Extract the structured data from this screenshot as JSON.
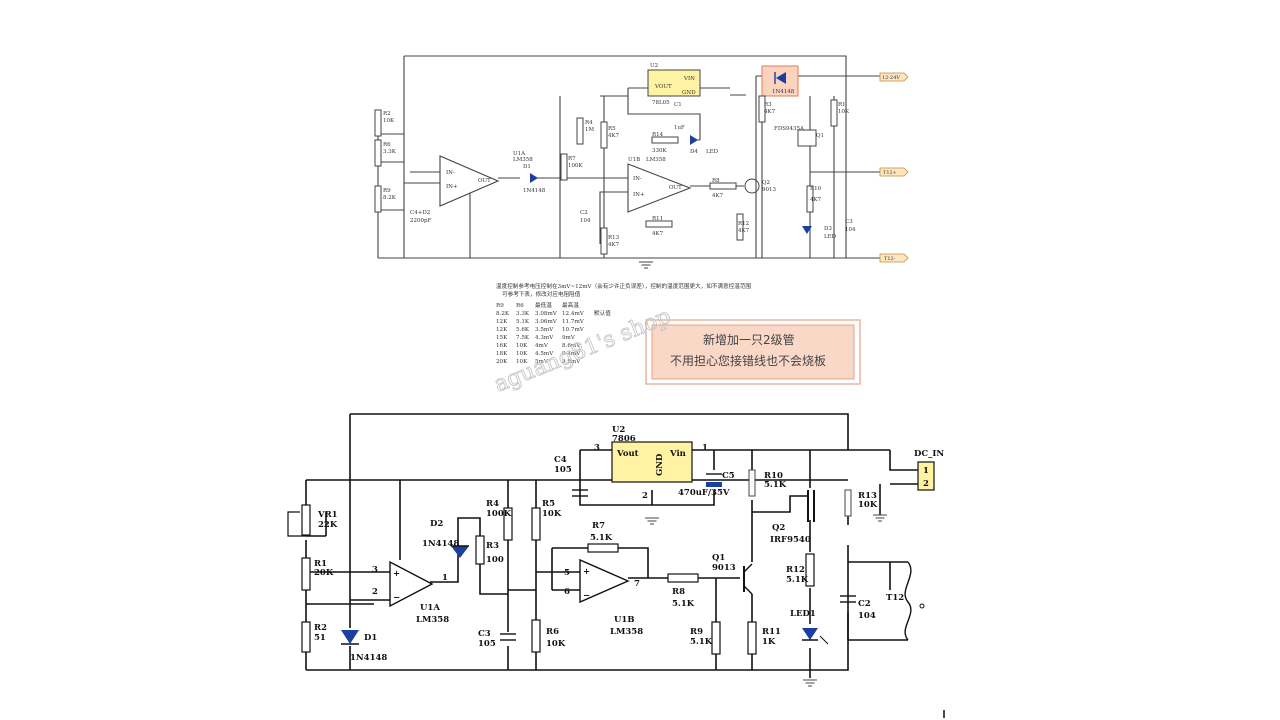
{
  "watermark": "aguang81's shop",
  "notice": {
    "line1": "新增加一只2级管",
    "line2": "不用担心您接错线也不会烧板"
  },
  "top": {
    "nets": [
      "12-24V",
      "T12+",
      "T12-"
    ],
    "parts": {
      "U2": "U2",
      "U2_vout": "VOUT",
      "U2_vin": "VIN",
      "U2_gnd": "GND",
      "U2_name": "78L05",
      "R2": "R2",
      "R2v": "10K",
      "R6": "R6",
      "R6v": "3.3K",
      "R9": "R9",
      "R9v": "8.2K",
      "C4": "C4+D2",
      "C4v": "2200pF",
      "U1A": "U1A",
      "U1Av": "LM358",
      "D1": "D1",
      "D1v": "1N4148",
      "R4": "R4",
      "R4v": "1M",
      "R7": "R7",
      "R7v": "100K",
      "C2": "C2",
      "C2v": "104",
      "R5": "R5",
      "R5v": "4K7",
      "C1": "C1",
      "C1v": "1uF",
      "R14": "R14",
      "R14v": "330K",
      "D4": "D4",
      "D4v": "LED",
      "U1B": "U1B",
      "U1Bv": "LM358",
      "R8": "R8",
      "R8v": "4K7",
      "Q2": "Q2",
      "Q2v": "9013",
      "R11": "R11",
      "R11v": "4K7",
      "R13": "R13",
      "R13v": "4K7",
      "R12": "R12",
      "R12v": "4K7",
      "R3": "R3",
      "R3v": "4K7",
      "Q1": "Q1",
      "Q1v": "FDS9435A",
      "R10": "R10",
      "R10v": "4K7",
      "D3": "D3",
      "D3v": "LED",
      "R1": "R1",
      "R1v": "10K",
      "C3": "C3",
      "C3v": "104",
      "D5": "1N4148"
    },
    "note_lines": [
      "温度控制参考电压控制在3mV~12mV（会有少许正负误差），控制的温度范围更大，如不满意控温范围",
      "可参考下表，修改对应电阻阻值"
    ],
    "table_header": [
      "R9",
      "R6",
      "最低温",
      "最高温"
    ],
    "table_rows": [
      [
        "8.2K",
        "3.3K",
        "3.08mV",
        "12.4mV"
      ],
      [
        "12K",
        "5.1K",
        "3.06mV",
        "11.7mV"
      ],
      [
        "12K",
        "5.6K",
        "3.5mV",
        "10.7mV"
      ],
      [
        "15K",
        "7.5K",
        "4.3mV",
        "9mV"
      ],
      [
        "16K",
        "10K",
        "4mV",
        "8.6mV"
      ],
      [
        "18K",
        "10K",
        "4.5mV",
        "9.4mV"
      ],
      [
        "20K",
        "10K",
        "5mV",
        "9.9mV"
      ]
    ],
    "default_note": "默认值"
  },
  "bottom": {
    "parts": {
      "U2": "U2",
      "U2v": "7806",
      "U2_vout": "Vout",
      "U2_vin": "Vin",
      "U2_gnd": "GND",
      "pin3": "3",
      "pin1": "1",
      "pin2": "2",
      "C4": "C4",
      "C4v": "105",
      "C5": "C5",
      "C5v": "470uF/35V",
      "DC_IN": "DC_IN",
      "dc1": "1",
      "dc2": "2",
      "R10": "R10",
      "R10v": "5.1K",
      "R13": "R13",
      "R13v": "10K",
      "Q2": "Q2",
      "Q2v": "IRF9540",
      "VR1": "VR1",
      "VR1v": "22K",
      "R1": "R1",
      "R1v": "20K",
      "R2": "R2",
      "R2v": "51",
      "D1": "D1",
      "D1v": "1N4148",
      "D2": "D2",
      "D2v": "1N4148",
      "R3": "R3",
      "R3v": "100",
      "R4": "R4",
      "R4v": "100K",
      "R5": "R5",
      "R5v": "10K",
      "R6": "R6",
      "R6v": "10K",
      "C3": "C3",
      "C3v": "105",
      "U1A": "U1A",
      "U1Av": "LM358",
      "U1B": "U1B",
      "U1Bv": "LM358",
      "R7": "R7",
      "R7v": "5.1K",
      "R8": "R8",
      "R8v": "5.1K",
      "R9": "R9",
      "R9v": "5.1K",
      "Q1": "Q1",
      "Q1v": "9013",
      "R11": "R11",
      "R11v": "1K",
      "R12": "R12",
      "R12v": "5.1K",
      "LED1": "LED1",
      "C2": "C2",
      "C2v": "104",
      "T12": "T12",
      "op_a3": "3",
      "op_a2": "2",
      "op_a1": "1",
      "op_b5": "5",
      "op_b6": "6",
      "op_b7": "7"
    }
  },
  "colors": {
    "highlight_fill": "#fbd3bf",
    "highlight_stroke": "#e07d5a",
    "notice_fill": "#fad8c8",
    "diode": "#1a3fa0"
  }
}
